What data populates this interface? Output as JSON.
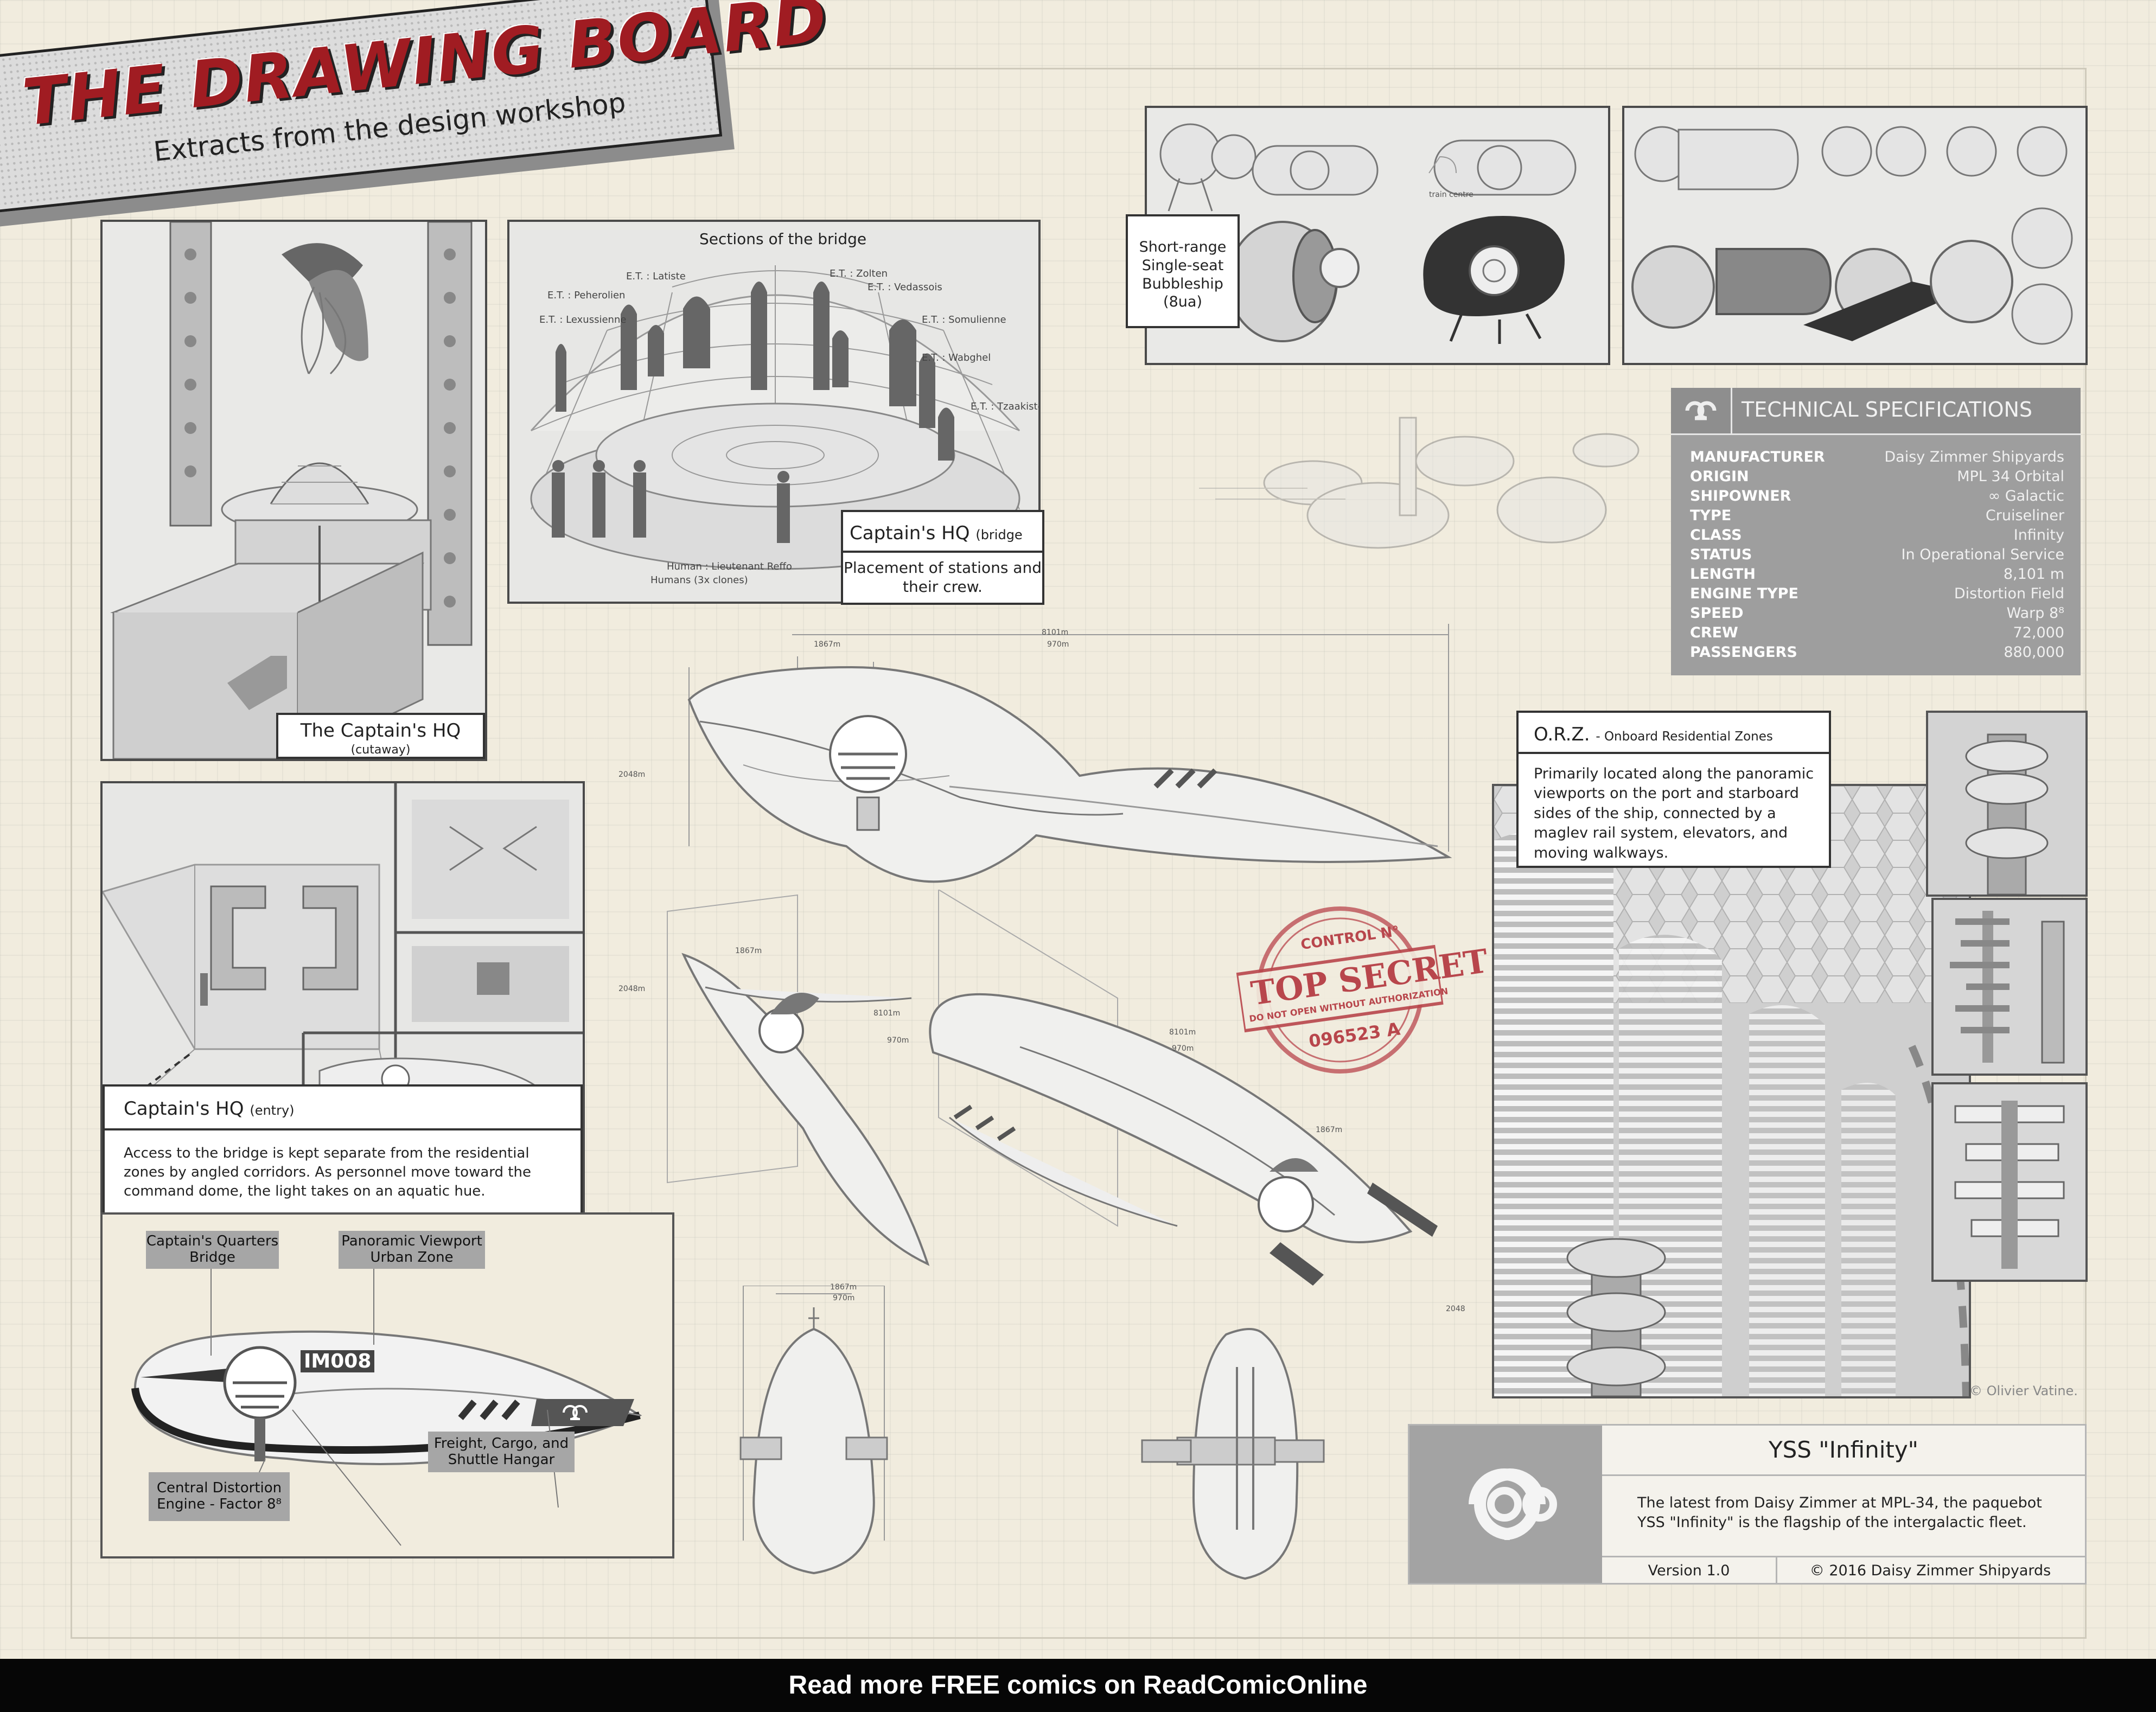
{
  "title": {
    "main": "THE DRAWING BOARD",
    "subtitle": "Extracts from the design workshop"
  },
  "panels": {
    "captains_hq_cutaway": {
      "title": "The Captain's HQ",
      "subtitle": "(cutaway)"
    },
    "bridge_sections": {
      "heading": "Sections of the bridge",
      "labels": [
        "E.T. : Latiste",
        "E.T. : Peherolien",
        "E.T. : Lexussienne",
        "E.T. : Zolten",
        "E.T. : Vedassois",
        "E.T. : Somulienne",
        "E.T. : Wabghel",
        "E.T. : Tzaakiste",
        "Human : Lieutenant Reffo",
        "Humans (3x clones)"
      ]
    },
    "captains_hq_bridge": {
      "title": "Captain's HQ",
      "subtitle": "(bridge int)",
      "note": "Placement of stations and their crew."
    },
    "bubbleship": {
      "caption": "Short-range Single-seat Bubbleship (8ua)",
      "label_train": "train centre"
    },
    "captains_hq_entry": {
      "title": "Captain's HQ",
      "subtitle": "(entry)",
      "text": "Access to the bridge is kept separate from the residential zones by angled corridors. As personnel move toward the command dome, the light takes on an aquatic hue."
    },
    "ship_zones": {
      "labels": [
        "Captain's Quarters Bridge",
        "Panoramic Viewport Urban Zone",
        "Freight, Cargo, and Shuttle Hangar",
        "Central Distortion Engine - Factor 8⁸"
      ],
      "hull_text": "IM008"
    }
  },
  "dimensions": {
    "length": "8101m",
    "d1867": "1867m",
    "d970": "970m",
    "d2048": "2048m",
    "d2048b": "2048"
  },
  "specs": {
    "title": "TECHNICAL SPECIFICATIONS",
    "rows": [
      {
        "key": "MANUFACTURER",
        "value": "Daisy Zimmer Shipyards"
      },
      {
        "key": "ORIGIN",
        "value": "MPL 34 Orbital"
      },
      {
        "key": "SHIPOWNER",
        "value": "∞ Galactic"
      },
      {
        "key": "TYPE",
        "value": "Cruiseliner"
      },
      {
        "key": "CLASS",
        "value": "Infinity"
      },
      {
        "key": "STATUS",
        "value": "In Operational Service"
      },
      {
        "key": "LENGTH",
        "value": "8,101 m"
      },
      {
        "key": "ENGINE TYPE",
        "value": "Distortion Field"
      },
      {
        "key": "SPEED",
        "value": "Warp 8⁸"
      },
      {
        "key": "CREW",
        "value": "72,000"
      },
      {
        "key": "PASSENGERS",
        "value": "880,000"
      }
    ]
  },
  "orz": {
    "heading": "O.R.Z.",
    "heading_sub": "- Onboard Residential Zones",
    "text": "Primarily located along the panoramic viewports on the port and starboard sides of the ship,  connected by a maglev rail system, elevators, and moving walkways."
  },
  "stamp": {
    "top": "CONTROL N°",
    "main": "TOP SECRET",
    "warning": "DO NOT OPEN WITHOUT AUTHORIZATION",
    "number": "096523 A"
  },
  "credit": "© Olivier Vatine.",
  "titleblock": {
    "name": "YSS \"Infinity\"",
    "description": "The latest from Daisy Zimmer at MPL-34, the paquebot YSS \"Infinity\" is the flagship of the intergalactic fleet.",
    "version": "Version 1.0",
    "copyright": "© 2016 Daisy Zimmer Shipyards"
  },
  "footer": "Read more FREE comics on ReadComicOnline",
  "colors": {
    "title_red": "#a01c22",
    "stamp_red": "#b8464c",
    "spec_grey": "#9e9e9e"
  }
}
